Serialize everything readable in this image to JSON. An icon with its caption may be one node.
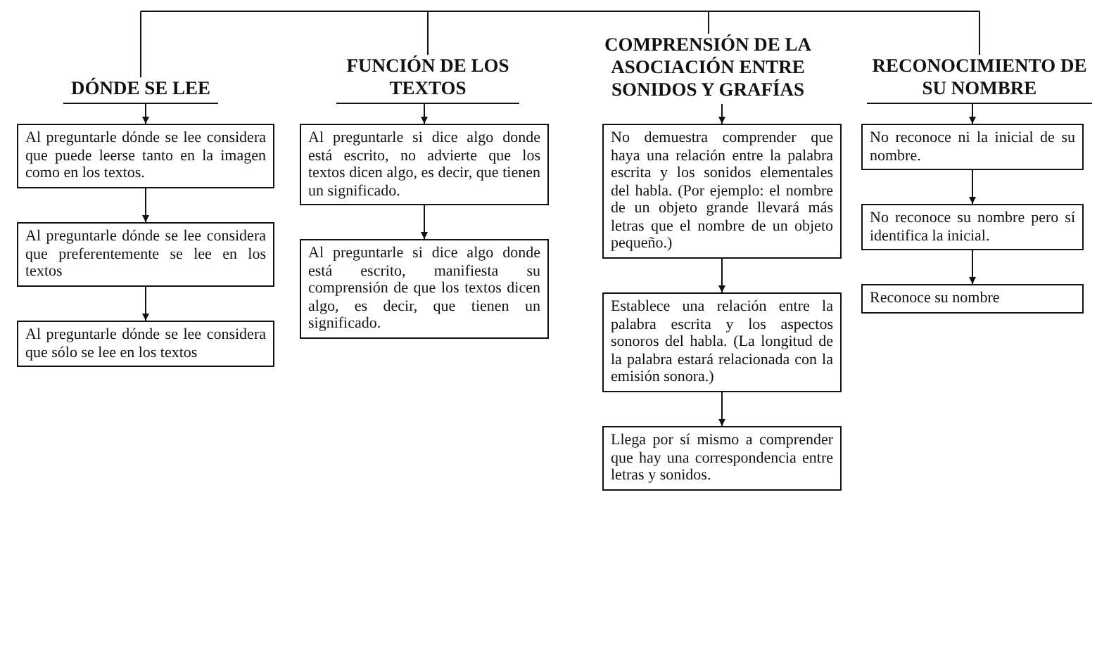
{
  "diagram": {
    "nodes": [
      {
        "text": [
          "DÓNDE SE LEE"
        ]
      },
      {
        "text": [
          "Al preguntarle dónde se lee considera que puede leerse tanto en la imagen como en los textos."
        ]
      },
      {
        "text": [
          "Al preguntarle dónde se lee considera que preferentemente se lee en los textos"
        ]
      },
      {
        "text": [
          "Al preguntarle dónde se lee considera que sólo se lee en los textos"
        ]
      },
      {
        "text": [
          "FUNCIÓN DE LOS TEXTOS"
        ]
      },
      {
        "text": [
          "Al preguntarle si dice algo donde está escrito, no advierte que los textos dicen algo, es decir, que tienen un significado."
        ]
      },
      {
        "text": [
          "Al preguntarle si dice algo donde está escrito, manifiesta su comprensión de que los textos dicen algo, es decir, que tienen un significado."
        ]
      },
      {
        "text": [
          "COMPRENSIÓN DE LA ASOCIACIÓN ENTRE SONIDOS Y GRAFÍAS"
        ]
      },
      {
        "text": [
          "No demuestra comprender que haya una relación entre la palabra escrita y los sonidos elementales del habla. (Por ejemplo: el nombre de un objeto grande llevará más letras que el nombre de un objeto pequeño.)"
        ]
      },
      {
        "text": [
          "Establece una relación entre la palabra escrita y los aspectos sonoros del habla. (La longitud de la palabra estará relacionada con la emisión sonora.)"
        ]
      },
      {
        "text": [
          "Llega por sí mismo a comprender que hay una correspondencia entre letras y sonidos."
        ]
      },
      {
        "text": [
          "RECONOCIMIENTO DE SU NOMBRE"
        ]
      },
      {
        "text": [
          "No reconoce ni la inicial de su nombre."
        ]
      },
      {
        "text": [
          "No reconoce su nombre pero sí identifica la inicial."
        ]
      },
      {
        "text": [
          "Reconoce su nombre"
        ]
      }
    ],
    "edges": [
      {
        "from": 0,
        "to": 1,
        "arrow": "to"
      },
      {
        "from": 1,
        "to": 2,
        "arrow": "to"
      },
      {
        "from": 2,
        "to": 3,
        "arrow": "to"
      },
      {
        "from": 4,
        "to": 5,
        "arrow": "to"
      },
      {
        "from": 5,
        "to": 6,
        "arrow": "to"
      },
      {
        "from": 7,
        "to": 8,
        "arrow": "to"
      },
      {
        "from": 8,
        "to": 9,
        "arrow": "to"
      },
      {
        "from": 9,
        "to": 10,
        "arrow": "to"
      },
      {
        "from": 11,
        "to": 12,
        "arrow": "to"
      },
      {
        "from": 12,
        "to": 13,
        "arrow": "to"
      },
      {
        "from": 13,
        "to": 14,
        "arrow": "to"
      }
    ]
  }
}
